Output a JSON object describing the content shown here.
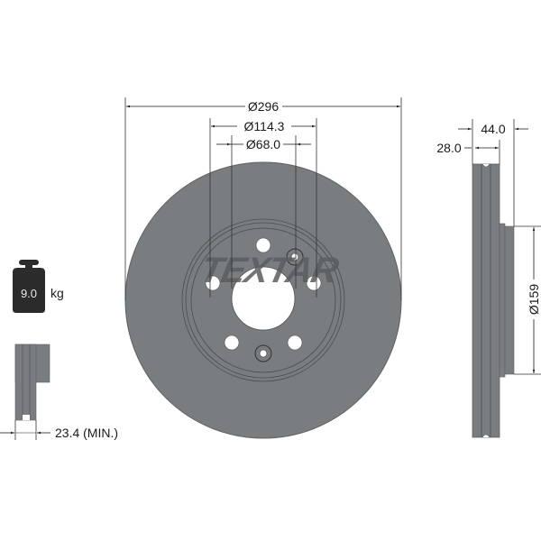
{
  "brand": {
    "logo_text": "TEXTAR"
  },
  "dimensions": {
    "outer_diameter": "Ø296",
    "bolt_circle": "Ø114.3",
    "center_bore": "Ø68.0",
    "total_height": "44.0",
    "disc_thickness": "28.0",
    "hat_diameter": "Ø159",
    "min_thickness": "23.4 (MIN.)"
  },
  "weight": {
    "value": "9.0",
    "unit": "kg"
  },
  "colors": {
    "disc": "#7a7d80",
    "disc_edge": "#5e6164",
    "text": "#1a1a1a",
    "weight_icon": "#2b2b2b"
  }
}
